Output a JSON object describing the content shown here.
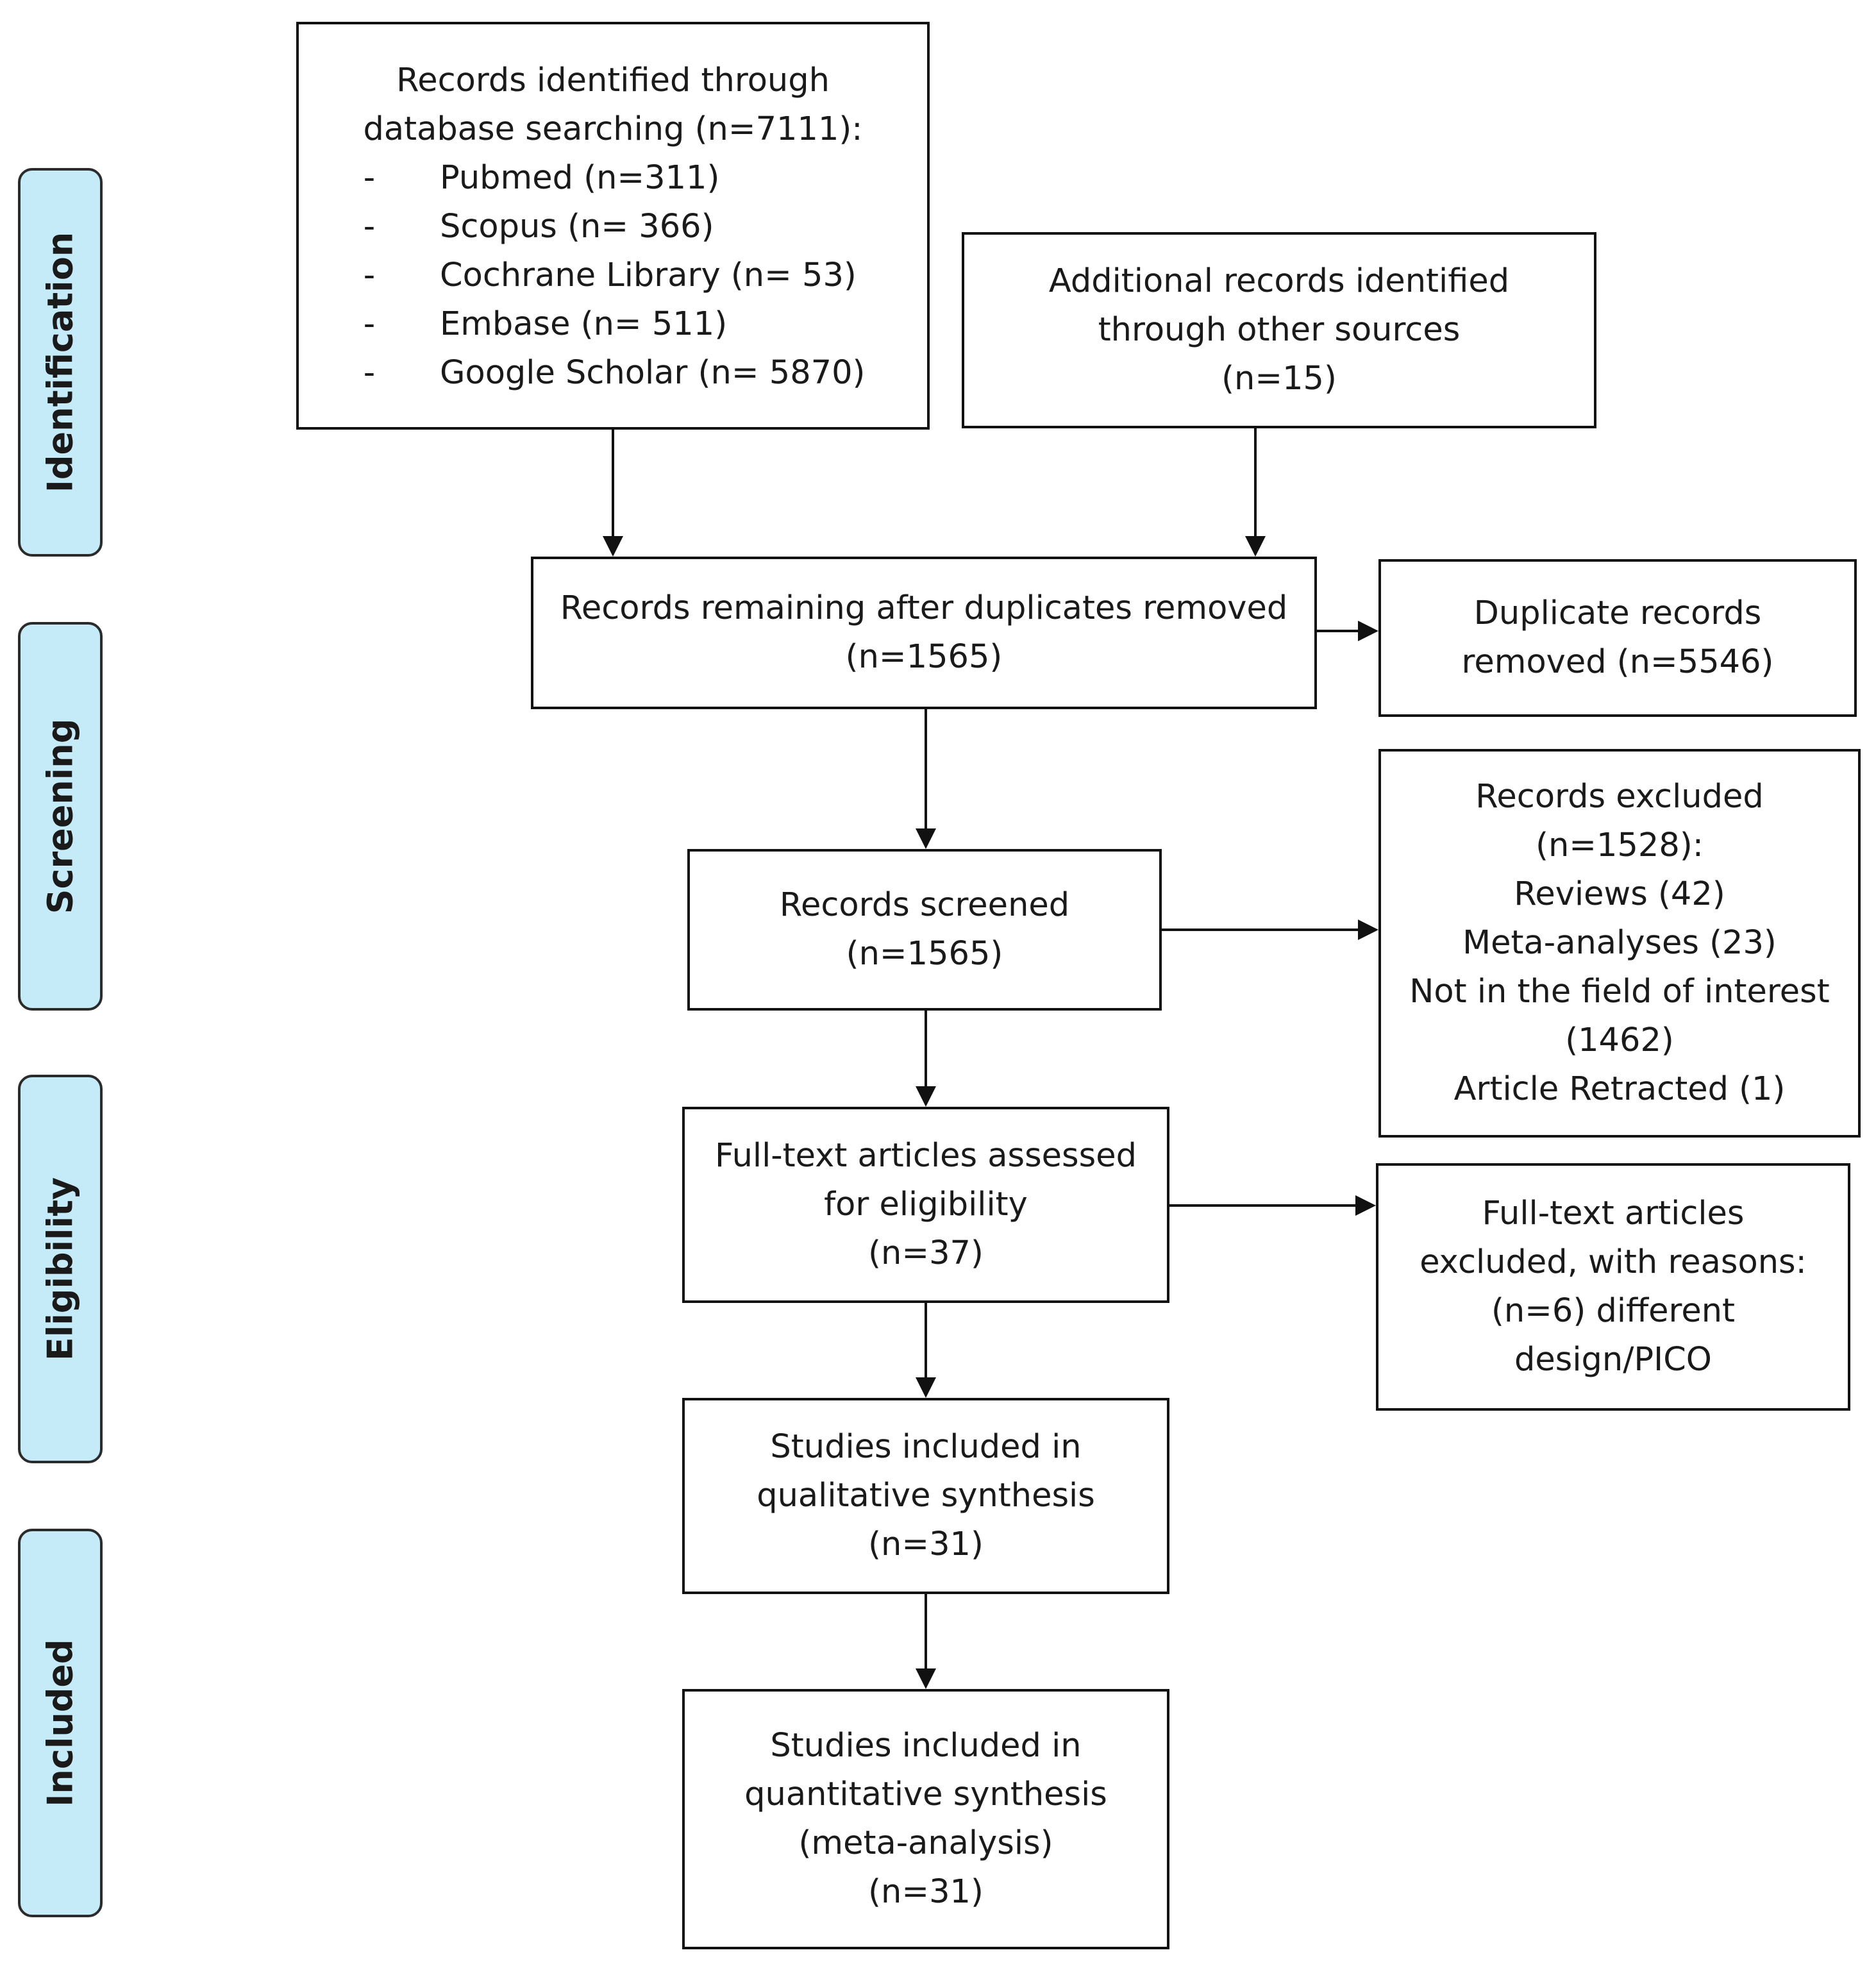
{
  "phases": {
    "identification": "Identification",
    "screening": "Screening",
    "eligibility": "Eligibility",
    "included": "Included"
  },
  "identification": {
    "database": {
      "lines": [
        "Records identified through",
        "database searching (n=7111):"
      ],
      "sources": [
        {
          "dash": "-",
          "label": "Pubmed (n=311)"
        },
        {
          "dash": "-",
          "label": "Scopus (n= 366)"
        },
        {
          "dash": "-",
          "label": "Cochrane Library (n= 53)"
        },
        {
          "dash": "-",
          "label": "Embase (n= 511)"
        },
        {
          "dash": "-",
          "label": "Google Scholar (n= 5870)"
        }
      ]
    },
    "other": {
      "lines": [
        "Additional records identified",
        "through other sources",
        "(n=15)"
      ]
    }
  },
  "screening": {
    "after_duplicates": {
      "lines": [
        "Records remaining after duplicates removed",
        "(n=1565)"
      ]
    },
    "duplicates_removed": {
      "lines": [
        "Duplicate records",
        "removed (n=5546)"
      ]
    },
    "screened": {
      "lines": [
        "Records screened",
        "(n=1565)"
      ]
    },
    "excluded": {
      "lines": [
        "Records excluded",
        "(n=1528):",
        "Reviews (42)",
        "Meta-analyses (23)",
        "Not in the field of interest",
        "(1462)",
        "Article Retracted (1)"
      ]
    }
  },
  "eligibility": {
    "assessed": {
      "lines": [
        "Full-text articles assessed",
        "for eligibility",
        "(n=37)"
      ]
    },
    "excluded": {
      "lines": [
        "Full-text articles",
        "excluded, with reasons:",
        "(n=6) different",
        "design/PICO"
      ]
    }
  },
  "included": {
    "qualitative": {
      "lines": [
        "Studies included in",
        "qualitative synthesis",
        "(n=31)"
      ]
    },
    "quantitative": {
      "lines": [
        "Studies included in",
        "quantitative synthesis",
        "(meta-analysis)",
        "(n=31)"
      ]
    }
  }
}
